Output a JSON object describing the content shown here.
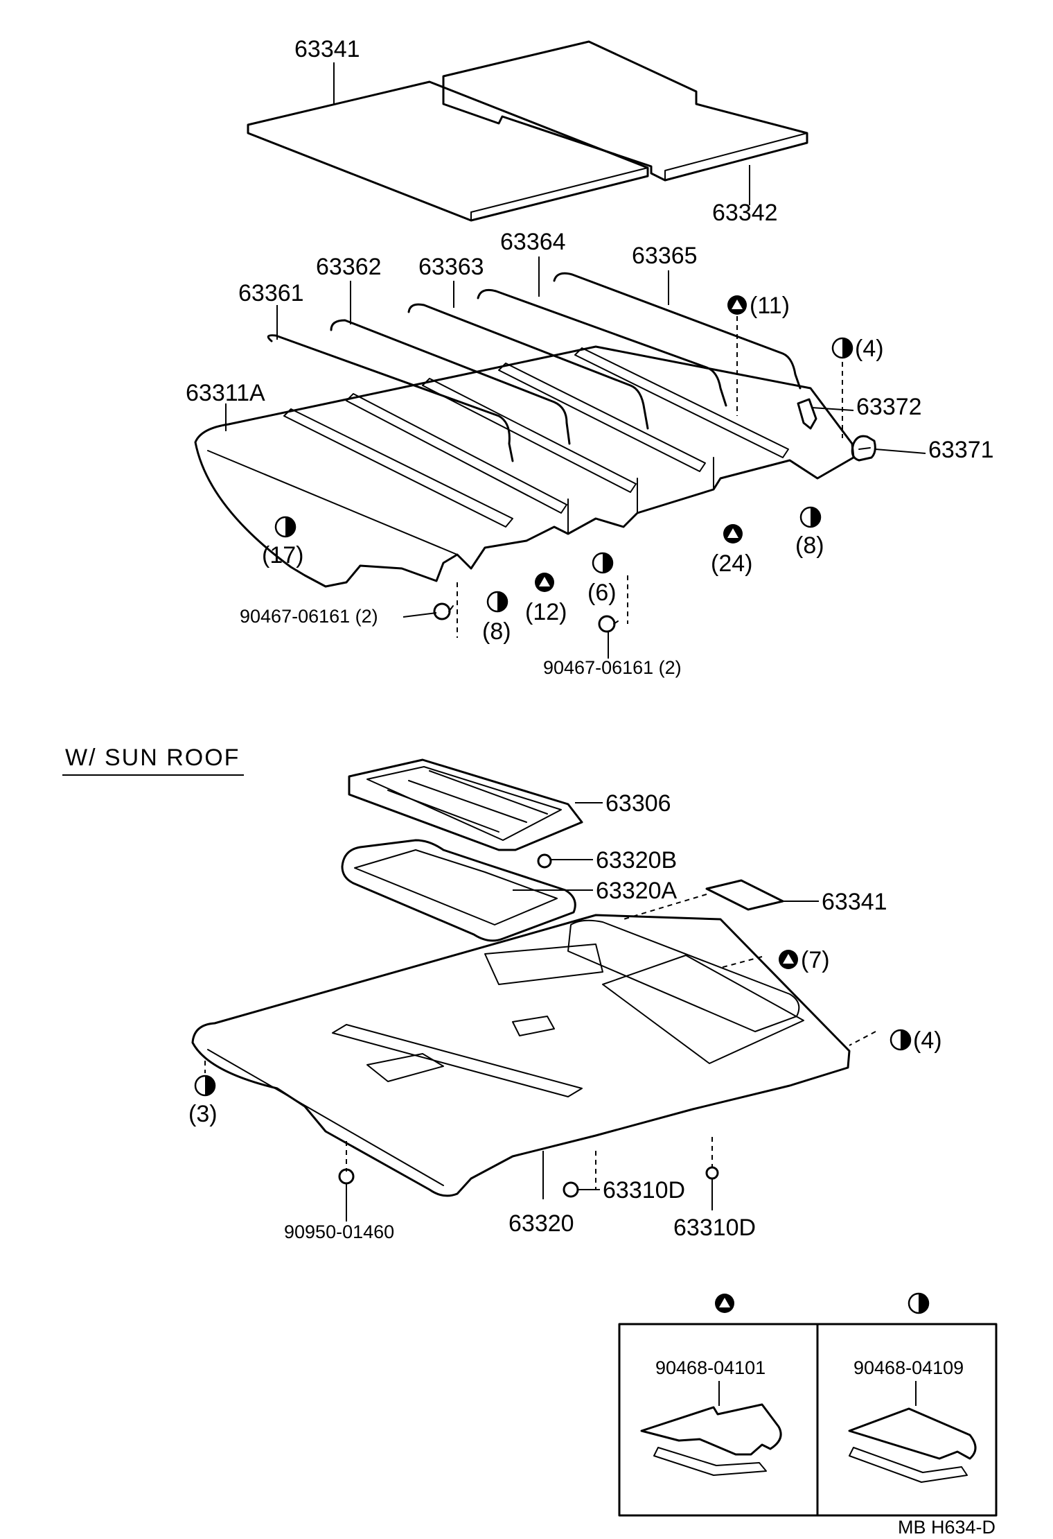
{
  "diagram": {
    "labels": {
      "p63341_top": "63341",
      "p63342": "63342",
      "p63361": "63361",
      "p63362": "63362",
      "p63363": "63363",
      "p63364": "63364",
      "p63365": "63365",
      "p63311A": "63311A",
      "p63372": "63372",
      "p63371": "63371",
      "clip_left": "90467-06161 (2)",
      "clip_right": "90467-06161 (2)",
      "section_title": "W/ SUN  ROOF",
      "p63306": "63306",
      "p63320B": "63320B",
      "p63320A": "63320A",
      "p63341_sun": "63341",
      "p63320": "63320",
      "p63310D_a": "63310D",
      "p63310D_b": "63310D",
      "p90950": "90950-01460",
      "legend_tri_part": "90468-04101",
      "legend_half_part": "90468-04109",
      "ref_code": "MB  H634-D"
    },
    "counts": {
      "tri_11": "(11)",
      "half_4_top": "(4)",
      "half_17": "(17)",
      "half_8_left": "(8)",
      "tri_12": "(12)",
      "half_6": "(6)",
      "tri_24": "(24)",
      "half_8_right": "(8)",
      "tri_7": "(7)",
      "half_4_bottom": "(4)",
      "half_3": "(3)"
    }
  }
}
